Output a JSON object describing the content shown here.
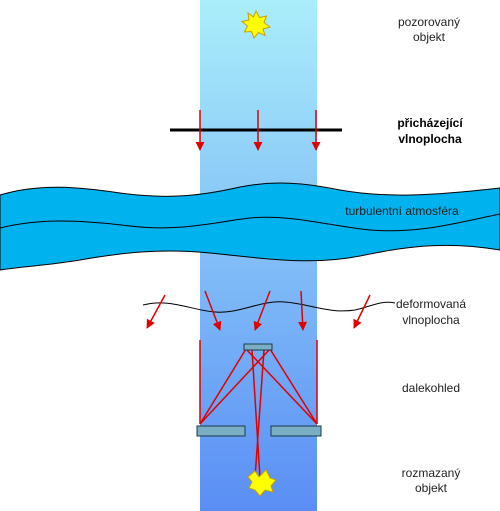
{
  "labels": {
    "observed_object": [
      "pozorovaný",
      "objekt"
    ],
    "incoming_wavefront": [
      "přicházející",
      "vlnoplocha"
    ],
    "turbulent_atmosphere": "turbulentní atmosféra",
    "deformed_wavefront": [
      "deformovaná",
      "vlnoplocha"
    ],
    "telescope": "dalekohled",
    "blurred_object": [
      "rozmazaný",
      "objekt"
    ]
  },
  "colors": {
    "beam_top": "#aaeefa",
    "beam_bottom": "#5a8ef5",
    "atmosphere": "#00b2ee",
    "ray": "#e00000",
    "mirror": "#7aaec4",
    "star": "#ffff00",
    "wavefront": "#000000"
  },
  "icons": {
    "source": "star-icon",
    "image": "blurred-blob-icon"
  }
}
